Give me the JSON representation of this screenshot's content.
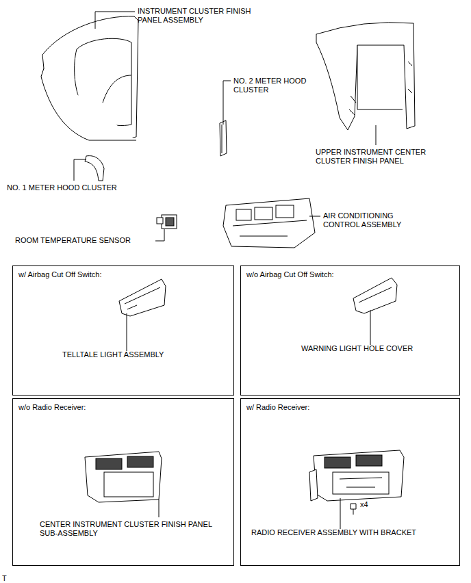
{
  "diagram": {
    "nodes": [
      {
        "text": [
          "w/ Airbag Cut Off Switch:",
          "TELLTALE LIGHT ASSEMBLY"
        ]
      },
      {
        "text": [
          "w/o Airbag Cut Off Switch:",
          "WARNING LIGHT HOLE COVER"
        ]
      },
      {
        "text": [
          "w/o Radio Receiver:",
          "CENTER INSTRUMENT CLUSTER FINISH PANEL SUB-ASSEMBLY"
        ]
      },
      {
        "text": [
          "w/ Radio Receiver:",
          "x4",
          "RADIO RECEIVER ASSEMBLY WITH BRACKET"
        ]
      }
    ],
    "labels": [
      "INSTRUMENT CLUSTER FINISH PANEL ASSEMBLY",
      "NO. 2 METER HOOD CLUSTER",
      "UPPER INSTRUMENT CENTER CLUSTER FINISH PANEL",
      "NO. 1 METER HOOD CLUSTER",
      "AIR CONDITIONING CONTROL ASSEMBLY",
      "ROOM TEMPERATURE SENSOR",
      "T"
    ]
  }
}
